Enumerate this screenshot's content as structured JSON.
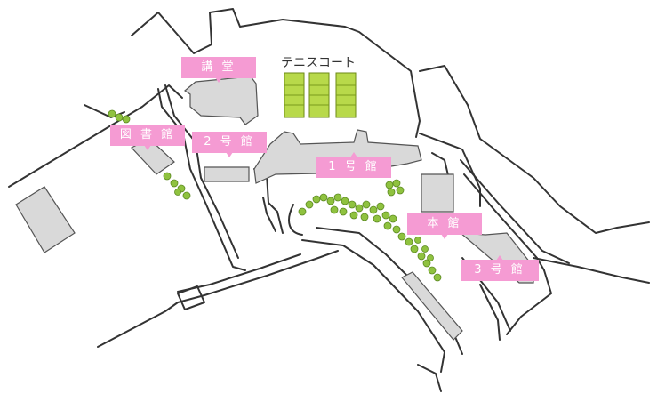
{
  "labels": {
    "kodo": "講 堂",
    "tennis_court": "テニスコート",
    "library": "図 書 館",
    "building_2": "2 号 館",
    "building_1": "1 号 館",
    "main_building": "本 館",
    "building_3": "3 号 館"
  },
  "colors": {
    "label_background": "#f59bd3",
    "label_text": "#ffffff",
    "building_fill": "#d9d9d9",
    "tennis_court_fill": "#b8d94a",
    "tree_fill": "#8fc23f",
    "road_stroke": "#333333"
  }
}
